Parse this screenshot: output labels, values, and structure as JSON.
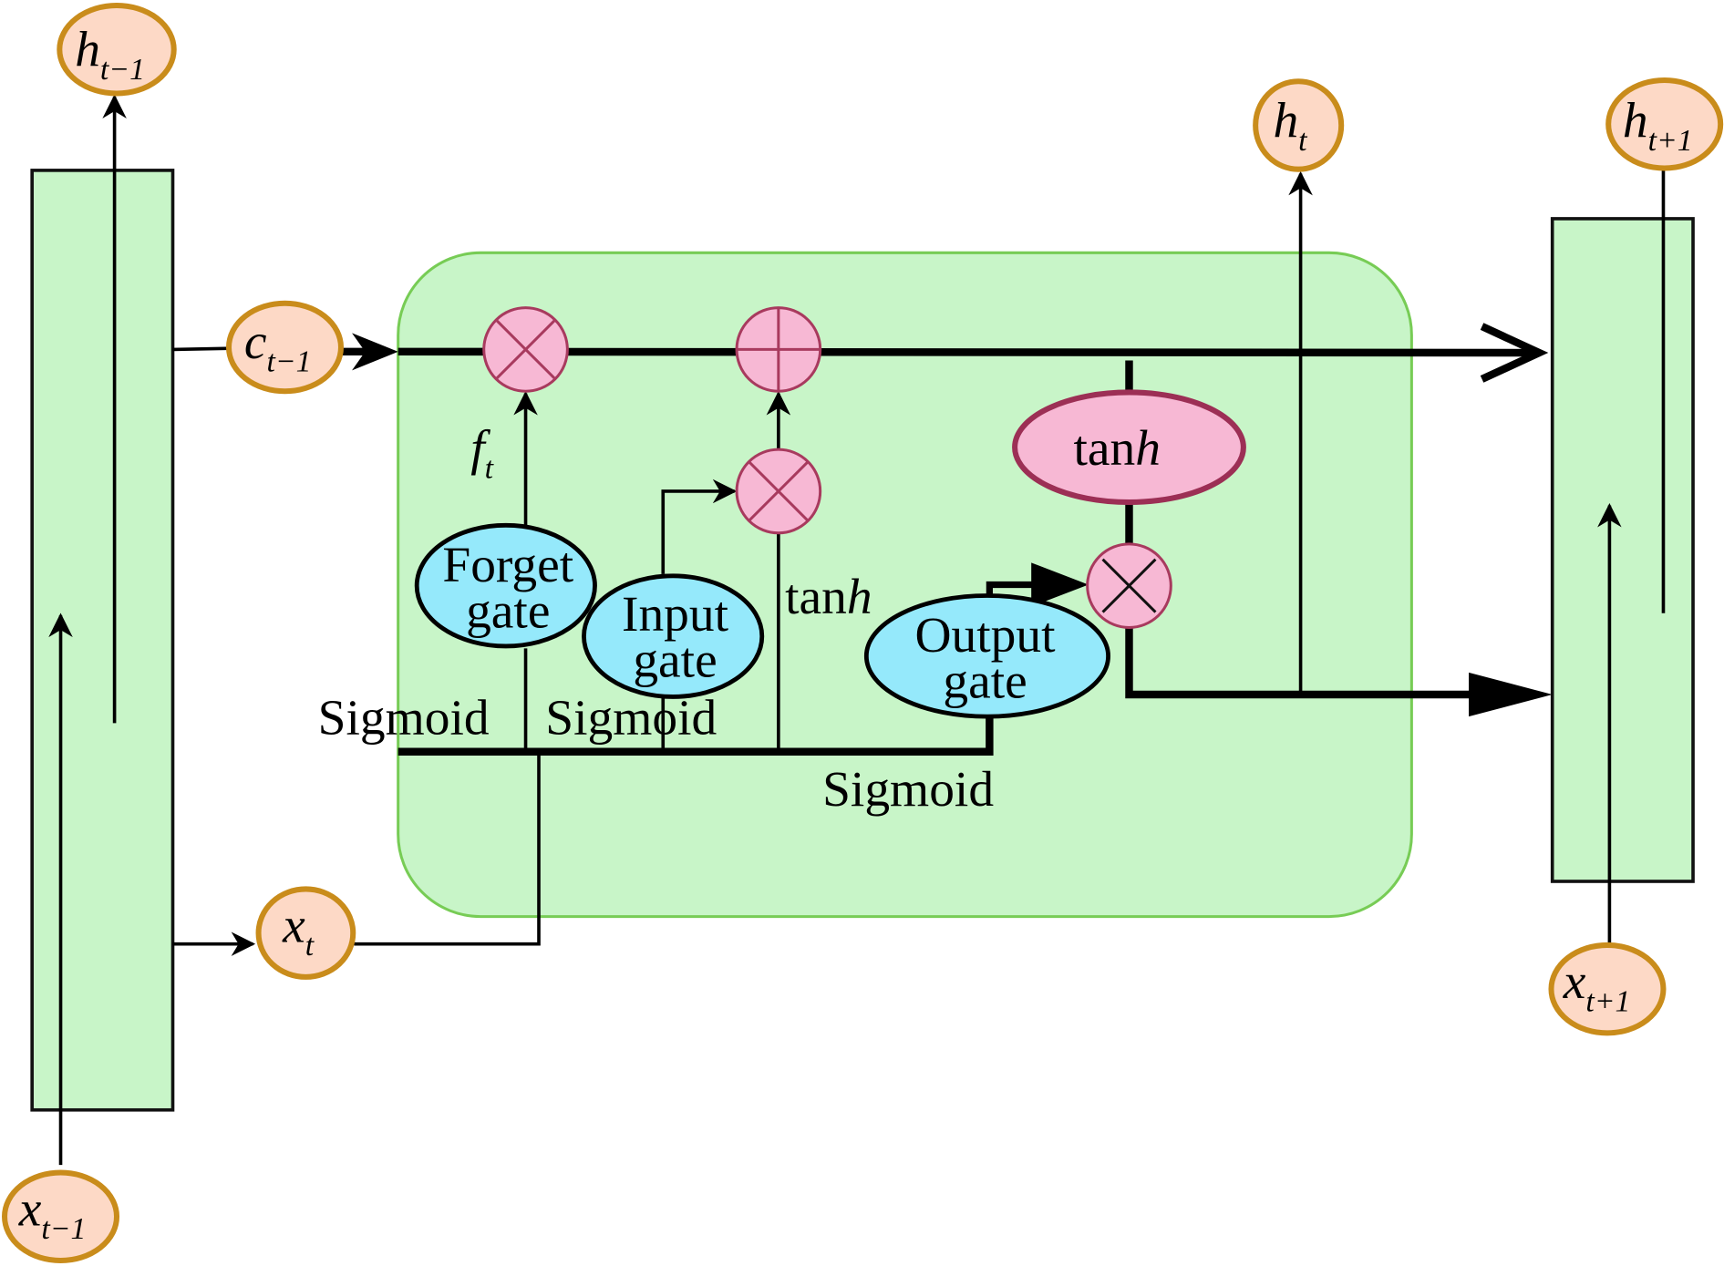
{
  "title": "LSTM cell diagram",
  "colors": {
    "cell_fill": "#c8f5c8",
    "cell_border": "#77cc55",
    "node_fill": "#fdd9c6",
    "node_border": "#c98c1b",
    "operator_fill": "#f7b8d4",
    "operator_border": "#a83a5e",
    "gate_fill": "#95e9fb"
  },
  "nodes": {
    "h_prev": {
      "base": "h",
      "sub": "t−1"
    },
    "h_t": {
      "base": "h",
      "sub": "t"
    },
    "h_next": {
      "base": "h",
      "sub": "t+1"
    },
    "c_prev": {
      "base": "c",
      "sub": "t−1"
    },
    "x_t": {
      "base": "x",
      "sub": "t"
    },
    "x_prev": {
      "base": "x",
      "sub": "t−1"
    },
    "x_next": {
      "base": "x",
      "sub": "t+1"
    }
  },
  "gates": {
    "forget": {
      "line1": "Forget",
      "line2": "gate"
    },
    "input": {
      "line1": "Input",
      "line2": "gate"
    },
    "output": {
      "line1": "Output",
      "line2": "gate"
    }
  },
  "labels": {
    "ft_base": "f",
    "ft_sub": "t",
    "sigmoid_forget": "Sigmoid",
    "sigmoid_input": "Sigmoid",
    "sigmoid_output": "Sigmoid",
    "tanh_candidate_prefix": "tan",
    "tanh_candidate_suffix": "h",
    "tanh_cell_prefix": "tan",
    "tanh_cell_suffix": "h"
  },
  "operators": {
    "forget_multiply": "multiply",
    "cell_add": "add",
    "input_multiply": "multiply",
    "output_multiply": "multiply"
  }
}
